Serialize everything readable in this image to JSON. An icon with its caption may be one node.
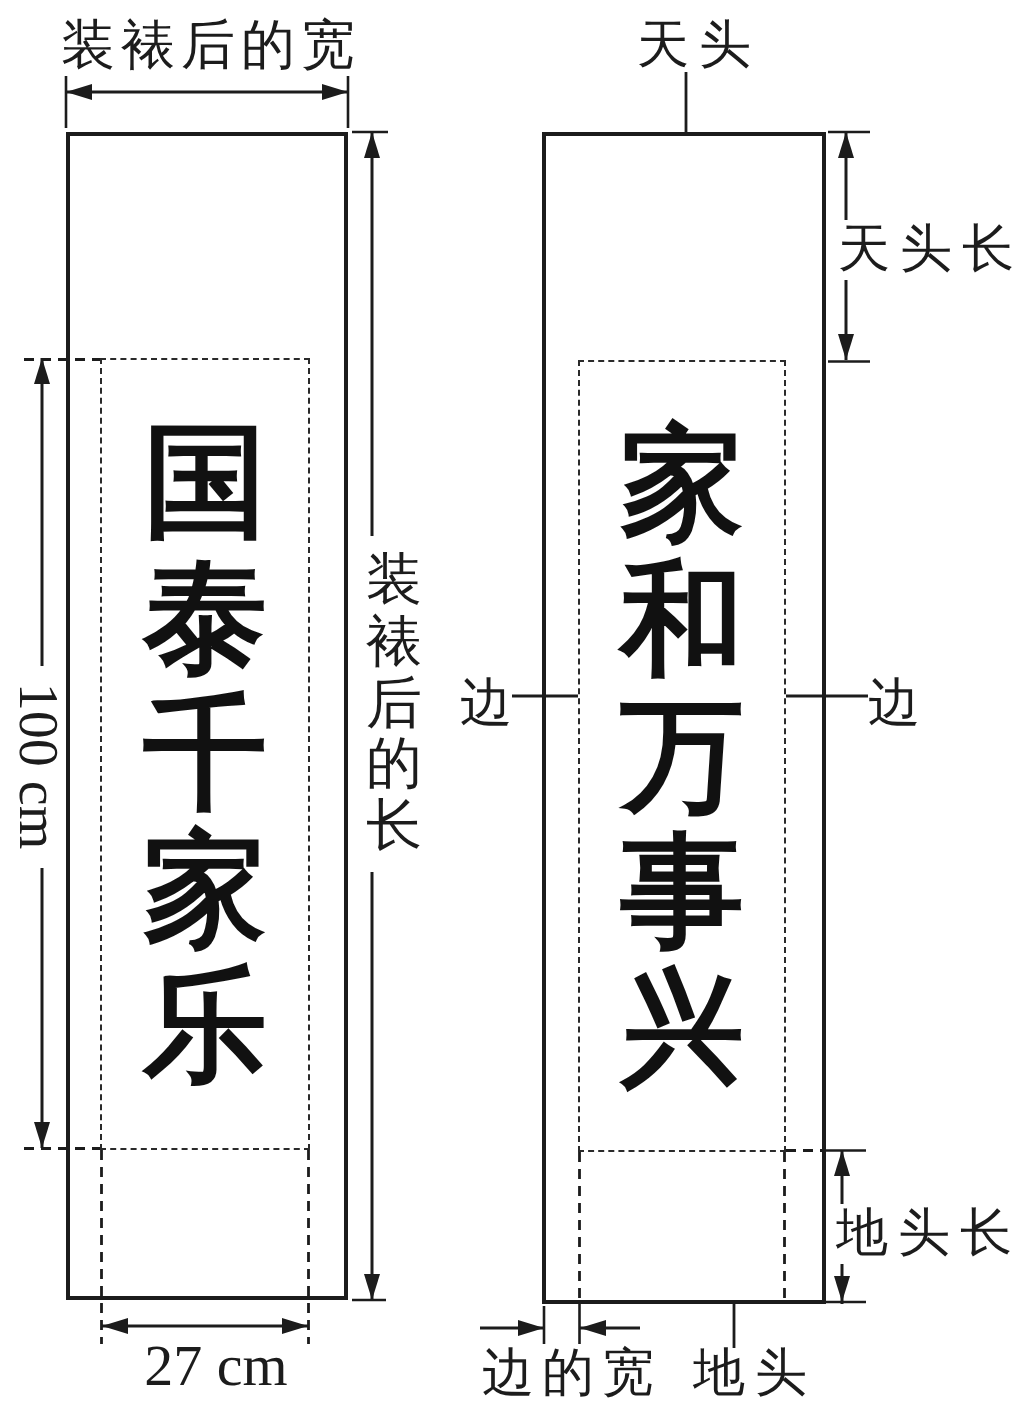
{
  "diagram": {
    "nodes": [
      {
        "text": [],
        "shape": "box"
      },
      {
        "text": [
          "国泰千家乐"
        ],
        "in": 0
      },
      {
        "text": [],
        "shape": "box"
      },
      {
        "text": [
          "家和万事兴"
        ],
        "in": 2
      },
      {
        "text": [
          "天头"
        ]
      },
      {
        "text": [
          "边"
        ]
      },
      {
        "text": [
          "边"
        ]
      },
      {
        "text": [
          "地头"
        ]
      }
    ],
    "edges": [
      {
        "from": 4,
        "to": 2,
        "arrow": "none"
      },
      {
        "from": 5,
        "to": 3,
        "arrow": "none"
      },
      {
        "from": 6,
        "to": 3,
        "arrow": "none"
      },
      {
        "from": 7,
        "to": 2,
        "arrow": "none"
      }
    ],
    "labels": [
      "装裱后的宽",
      "天头长",
      "装裱后的长",
      "100 cm",
      "地头长",
      "27 cm",
      "边的宽"
    ]
  }
}
